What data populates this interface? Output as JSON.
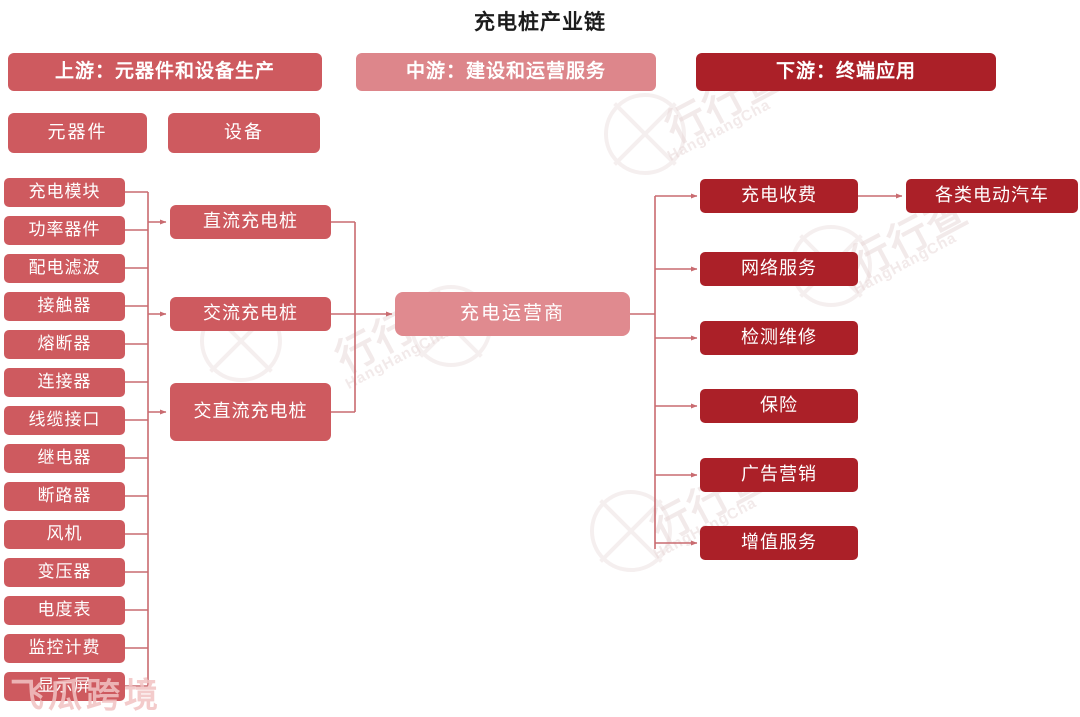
{
  "page": {
    "title": "充电桩产业链",
    "background": "#ffffff"
  },
  "colors": {
    "upstream": "#ce5a5f",
    "midstream": "#dd868b",
    "downstream": "#ab2028",
    "operator": "#e08a8f",
    "line": "#c96b70",
    "title_text": "#1c1c1c",
    "node_text": "#ffffff"
  },
  "headers": [
    {
      "label": "上游：元器件和设备生产",
      "tone": "upstream"
    },
    {
      "label": "中游：建设和运营服务",
      "tone": "midstream"
    },
    {
      "label": "下游：终端应用",
      "tone": "downstream"
    }
  ],
  "upstream": {
    "categories": [
      {
        "label": "元器件"
      },
      {
        "label": "设备"
      }
    ],
    "components": [
      {
        "label": "充电模块"
      },
      {
        "label": "功率器件"
      },
      {
        "label": "配电滤波"
      },
      {
        "label": "接触器"
      },
      {
        "label": "熔断器"
      },
      {
        "label": "连接器"
      },
      {
        "label": "线缆接口"
      },
      {
        "label": "继电器"
      },
      {
        "label": "断路器"
      },
      {
        "label": "风机"
      },
      {
        "label": "变压器"
      },
      {
        "label": "电度表"
      },
      {
        "label": "监控计费"
      },
      {
        "label": "显示屏"
      }
    ]
  },
  "midstream": {
    "equipment": [
      {
        "label": "直流充电桩"
      },
      {
        "label": "交流充电桩"
      },
      {
        "label": "交直流充电桩"
      }
    ],
    "operator": {
      "label": "充电运营商"
    }
  },
  "downstream": {
    "services": [
      {
        "label": "充电收费"
      },
      {
        "label": "网络服务"
      },
      {
        "label": "检测维修"
      },
      {
        "label": "保险"
      },
      {
        "label": "广告营销"
      },
      {
        "label": "增值服务"
      }
    ],
    "end_user": {
      "label": "各类电动汽车"
    }
  },
  "watermarks": {
    "brand_cn": "行行查",
    "brand_en": "HangHangCha",
    "overlay_cn": "飞瓜跨境"
  }
}
